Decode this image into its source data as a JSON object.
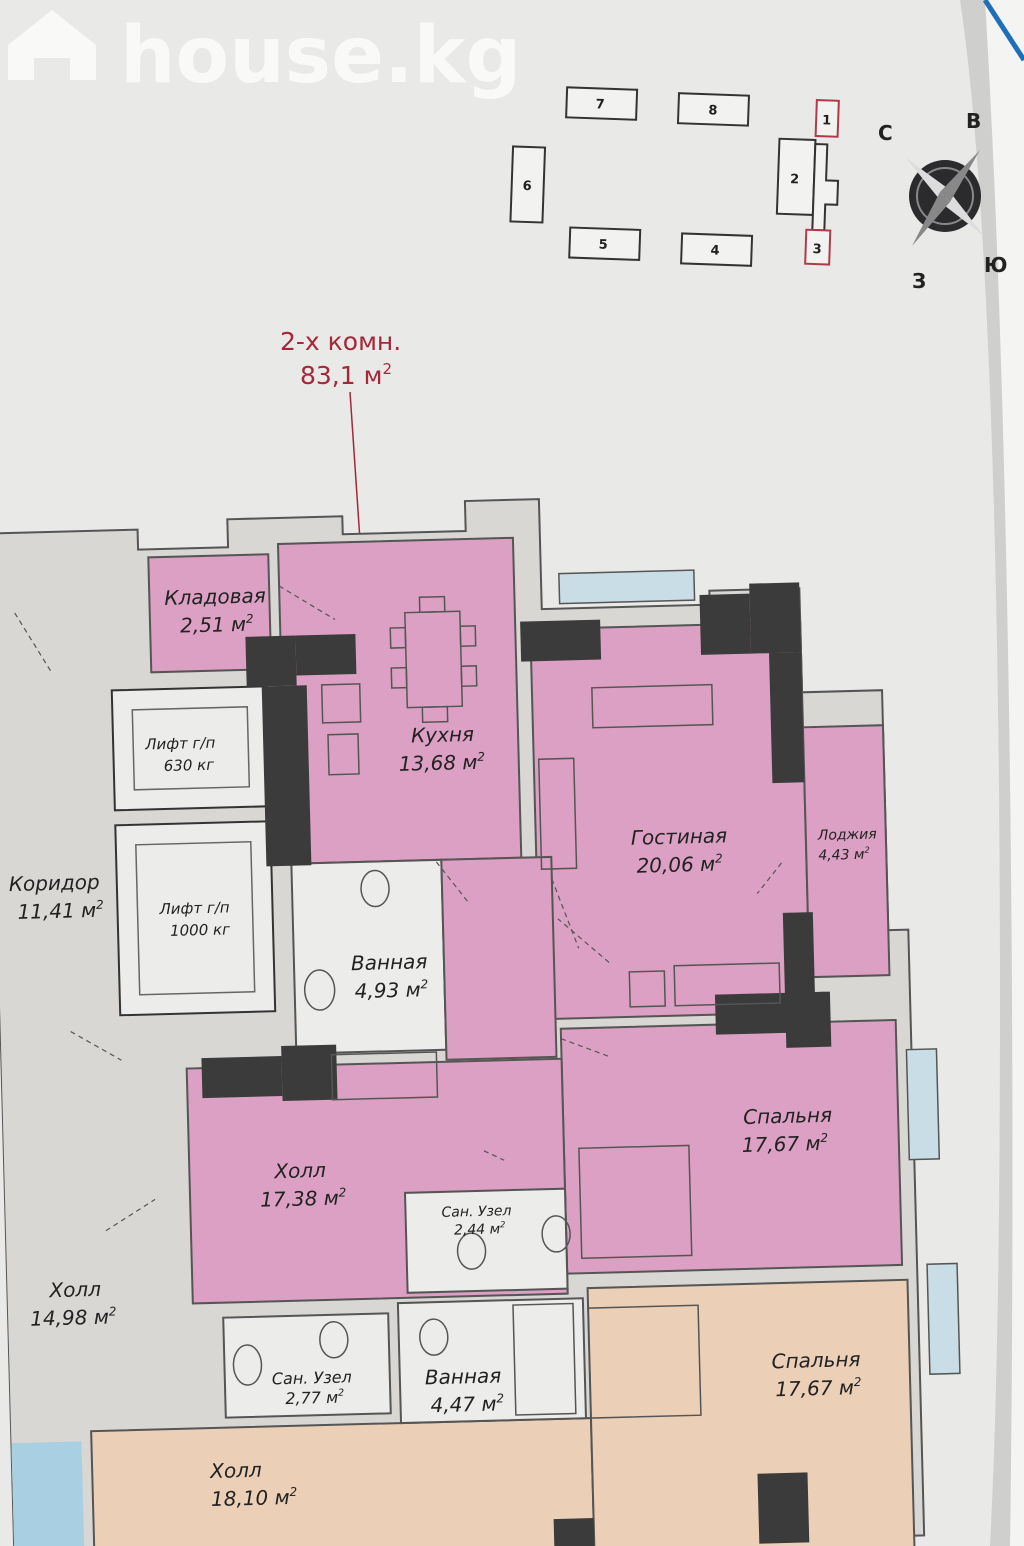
{
  "watermark": {
    "text": "house.kg"
  },
  "key_plan": {
    "blocks": [
      "1",
      "2",
      "3",
      "4",
      "5",
      "6",
      "7",
      "8"
    ],
    "highlight_color": "#b23a48"
  },
  "compass": {
    "north": "С",
    "east": "В",
    "south": "Ю",
    "west": "З"
  },
  "apartment": {
    "title": "2-х комн.",
    "area": "83,1 м",
    "area_exp": "2",
    "highlight_color": "#dba0c3"
  },
  "rooms": {
    "kladovaya": {
      "name": "Кладовая",
      "area": "2,51 м",
      "exp": "2"
    },
    "kuhnya": {
      "name": "Кухня",
      "area": "13,68 м",
      "exp": "2"
    },
    "gostinaya": {
      "name": "Гостиная",
      "area": "20,06 м",
      "exp": "2"
    },
    "lodzhiya": {
      "name": "Лоджия",
      "area": "4,43 м",
      "exp": "2"
    },
    "vannaya1": {
      "name": "Ванная",
      "area": "4,93 м",
      "exp": "2"
    },
    "spalnya1": {
      "name": "Спальня",
      "area": "17,67 м",
      "exp": "2"
    },
    "holl1": {
      "name": "Холл",
      "area": "17,38 м",
      "exp": "2"
    },
    "sanuzel1": {
      "name": "Сан. Узел",
      "area": "2,44 м",
      "exp": "2"
    },
    "koridor": {
      "name": "Коридор",
      "area": "11,41 м",
      "exp": "2"
    },
    "lift1": {
      "name": "Лифт г/п",
      "area": "630 кг"
    },
    "lift2": {
      "name": "Лифт г/п",
      "area": "1000 кг"
    },
    "holl2": {
      "name": "Холл",
      "area": "14,98 м",
      "exp": "2"
    },
    "sanuzel2": {
      "name": "Сан. Узел",
      "area": "2,77 м",
      "exp": "2"
    },
    "vannaya2": {
      "name": "Ванная",
      "area": "4,47 м",
      "exp": "2"
    },
    "spalnya2": {
      "name": "Спальня",
      "area": "17,67 м",
      "exp": "2"
    },
    "holl3": {
      "name": "Холл",
      "area": "18,10 м",
      "exp": "2"
    }
  },
  "colors": {
    "paper": "#e9e9e7",
    "corridor": "#d8d7d4",
    "pink": "#dba0c3",
    "peach": "#ebcfb6",
    "wall": "#3c3b3c",
    "accent_blue": "#1f6fb8"
  }
}
